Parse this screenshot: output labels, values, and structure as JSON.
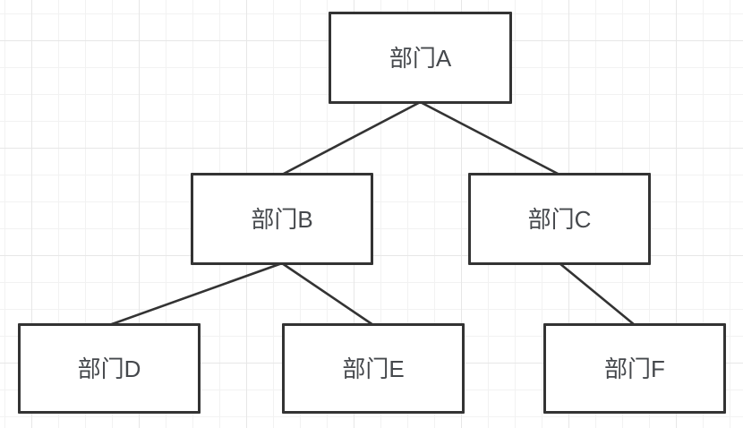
{
  "diagram": {
    "type": "org-tree",
    "nodes": [
      {
        "id": "A",
        "label": "部门A"
      },
      {
        "id": "B",
        "label": "部门B"
      },
      {
        "id": "C",
        "label": "部门C"
      },
      {
        "id": "D",
        "label": "部门D"
      },
      {
        "id": "E",
        "label": "部门E"
      },
      {
        "id": "F",
        "label": "部门F"
      }
    ],
    "edges": [
      {
        "from": "A",
        "to": "B"
      },
      {
        "from": "A",
        "to": "C"
      },
      {
        "from": "B",
        "to": "D"
      },
      {
        "from": "B",
        "to": "E"
      },
      {
        "from": "C",
        "to": "F"
      }
    ],
    "colors": {
      "background": "#ffffff",
      "grid_minor": "#f2f2f2",
      "grid_major": "#e7e7e7",
      "node_fill": "#ffffff",
      "node_border": "#333333",
      "edge": "#333333",
      "text": "#45484c"
    }
  }
}
